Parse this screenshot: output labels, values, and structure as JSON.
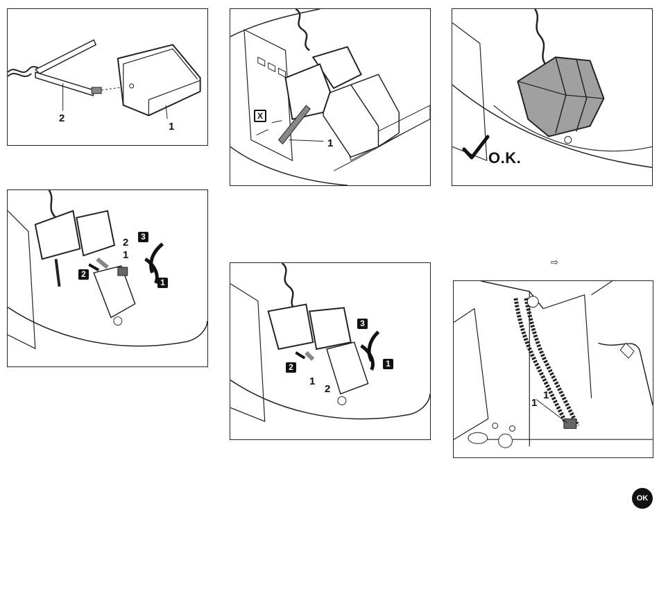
{
  "panel_a": {
    "callout_cable": "2",
    "callout_plug": "1"
  },
  "panel_b": {
    "marker_x": "X",
    "callout_pin": "1"
  },
  "panel_c": {
    "ok_text": "O.K."
  },
  "panel_d": {
    "callout_pin": "2",
    "callout_socket": "1",
    "step_1": "1",
    "step_2": "2",
    "step_3": "3"
  },
  "panel_e": {
    "callout_pin": "1",
    "callout_socket": "2",
    "step_1": "1",
    "step_2": "2",
    "step_3": "3"
  },
  "panel_f": {
    "callout_a": "1",
    "callout_b": "1"
  },
  "nav_arrow": "⇨",
  "ok_badge": "OK",
  "icons": [
    "checkmark-icon",
    "arrow-right-icon",
    "ok-badge-icon"
  ]
}
